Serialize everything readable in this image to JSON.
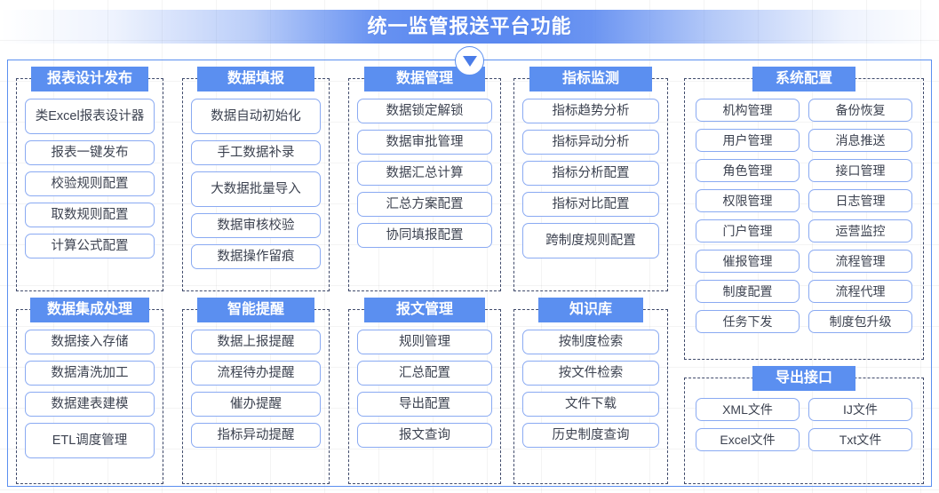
{
  "banner": {
    "title": "统一监管报送平台功能",
    "accent_color": "#5b8ff0",
    "marker_icon": "chevron-down-triangle-icon"
  },
  "groups": [
    {
      "id": "report-design",
      "title": "报表设计发布",
      "layout": "single",
      "items": [
        "类Excel报表设计器",
        "报表一键发布",
        "校验规则配置",
        "取数规则配置",
        "计算公式配置"
      ]
    },
    {
      "id": "data-fill",
      "title": "数据填报",
      "layout": "single",
      "items": [
        "数据自动初始化",
        "手工数据补录",
        "大数据批量导入",
        "数据审核校验",
        "数据操作留痕"
      ]
    },
    {
      "id": "data-manage",
      "title": "数据管理",
      "layout": "single",
      "items": [
        "数据锁定解锁",
        "数据审批管理",
        "数据汇总计算",
        "汇总方案配置",
        "协同填报配置"
      ]
    },
    {
      "id": "indicator",
      "title": "指标监测",
      "layout": "single",
      "items": [
        "指标趋势分析",
        "指标异动分析",
        "指标分析配置",
        "指标对比配置",
        "跨制度规则配置"
      ]
    },
    {
      "id": "sys-config",
      "title": "系统配置",
      "layout": "two-column",
      "items": [
        "机构管理",
        "备份恢复",
        "用户管理",
        "消息推送",
        "角色管理",
        "接口管理",
        "权限管理",
        "日志管理",
        "门户管理",
        "运营监控",
        "催报管理",
        "流程管理",
        "制度配置",
        "流程代理",
        "任务下发",
        "制度包升级"
      ]
    },
    {
      "id": "data-integrate",
      "title": "数据集成处理",
      "layout": "single",
      "items": [
        "数据接入存储",
        "数据清洗加工",
        "数据建表建模",
        "ETL调度管理"
      ]
    },
    {
      "id": "smart-remind",
      "title": "智能提醒",
      "layout": "single",
      "items": [
        "数据上报提醒",
        "流程待办提醒",
        "催办提醒",
        "指标异动提醒"
      ]
    },
    {
      "id": "message-manage",
      "title": "报文管理",
      "layout": "single",
      "items": [
        "规则管理",
        "汇总配置",
        "导出配置",
        "报文查询"
      ]
    },
    {
      "id": "knowledge",
      "title": "知识库",
      "layout": "single",
      "items": [
        "按制度检索",
        "按文件检索",
        "文件下载",
        "历史制度查询"
      ]
    },
    {
      "id": "export",
      "title": "导出接口",
      "layout": "two-column",
      "items": [
        "XML文件",
        "IJ文件",
        "Excel文件",
        "Txt文件"
      ]
    }
  ]
}
